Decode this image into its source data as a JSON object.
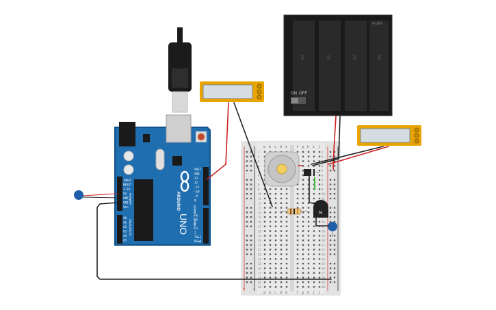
{
  "arduino": {
    "logo": "ARDUINO",
    "model": "UNO",
    "power_pins": [
      "IOREF",
      "RESET",
      "3.3V",
      "5V",
      "GND",
      "GND",
      "Vin"
    ],
    "analog_pins": [
      "A0",
      "A1",
      "A2",
      "A3",
      "A4",
      "A5"
    ],
    "digital_top": [
      "AREF",
      "GND",
      "13",
      "12",
      "~11",
      "~10",
      "~9",
      "8"
    ],
    "digital_bottom": [
      "7",
      "~6",
      "~5",
      "4",
      "~3",
      "2",
      "TX▶1",
      "RX◀0"
    ],
    "digital_label": "DIGITAL (PWM~)",
    "power_label": "POWER",
    "analog_label": "ANALOG IN"
  },
  "battery": {
    "label": "4xAA",
    "switch_on": "ON",
    "switch_off": "OFF",
    "cell_marks": [
      "AA",
      "AA",
      "AA",
      "AA"
    ]
  },
  "breadboard": {
    "columns_left": [
      "a",
      "b",
      "c",
      "d",
      "e"
    ],
    "columns_right": [
      "f",
      "g",
      "h",
      "i",
      "j"
    ],
    "rail_plus": "+",
    "rail_minus": "−",
    "row_count": 30
  },
  "multimeters": [
    {
      "name": "multimeter-left"
    },
    {
      "name": "multimeter-right"
    }
  ],
  "colors": {
    "arduino": "#1f6eb0",
    "arduino_dark": "#135289",
    "breadboard": "#e9e9e9",
    "battery": "#1a1a1a",
    "multimeter": "#e8a400",
    "wire_red": "#cc2020",
    "wire_black": "#222222",
    "capacitor": "#1f5fa8"
  }
}
